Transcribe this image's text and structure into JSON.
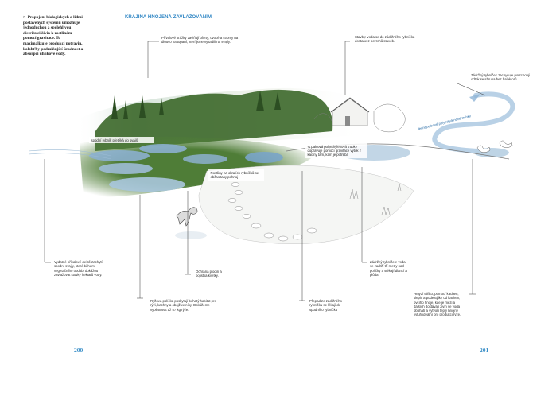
{
  "intro": {
    "bullet": ">",
    "text": "Propojení biologických a lidmi postavených systémů umožňuje jednoduchou a spolehlivou distribuci živin k rostlinám pomocí gravitace. To maximalizuje produkci potravin, kolobťhy podmiňující úrodnost a absorpci uhlíkové vody."
  },
  "section_title": "KRAJINA HNOJENÁ ZAVLAŽOVÁNÍM",
  "annotations": {
    "top_center": "Přívalové srážky zaviňují oforty, cvocé a stromy na dlouvo na topaní, kterí jsme vysadili na svajly.",
    "top_right": "Stavby: voda se do zádržného rybníčka dostane z povrchů staveb.",
    "far_right": "Zádržný rybníček zachycuje povrchový odtok se shruba bez balaktorů.",
    "lower_pond_box": "spodní rybník přetéká do svajlů",
    "plants_box": "Rostliny na okrajích rybníčků se občas taky pohnoj",
    "pipes_box": "¾ palcová polyethylenová trubky dopravuje pomocí gravitace výtok z kaciny tam, kam je potřeba",
    "pipe_run": "Jednopalcové polyethylenové trubky",
    "bottom_left": "Vydatné přívalové deště zachytí spodní svajly, které během vegetačního období dokážou zavlažovat stovky hektarů vody.",
    "bottom_mid_left": "Ochrana plodin a pojistka kvetky.",
    "bottom_mid": "Rýžová políčka poskytují bohatý habitat pro rýži, kachny a obojživelníky. Dokážeme vypěstovat až 57 kg rýže.",
    "bottom_mid_right_a": "Přepad ze zádržného rybníčku se lékají do spodního rybníčku",
    "bottom_mid_right_b": "Zádržný rybníček: voda se zadrží tří metry nad políčky a stékají dlancí a plůda",
    "bottom_right": "Hmyzí tůňko, pomocí kachen, slepic a podestýlky od kachen, ovčího hnoje, kde je mezi a dalších dostávají živin se voda obohatí a vytvoří teplý hnojný výluh ideální pro produkci rýže."
  },
  "page_numbers": {
    "left": "200",
    "right": "201"
  },
  "colors": {
    "title": "#2f86c4",
    "water": "#6f9fc9",
    "foliage": "#4e7a36",
    "page_number": "#3a8fc8"
  }
}
